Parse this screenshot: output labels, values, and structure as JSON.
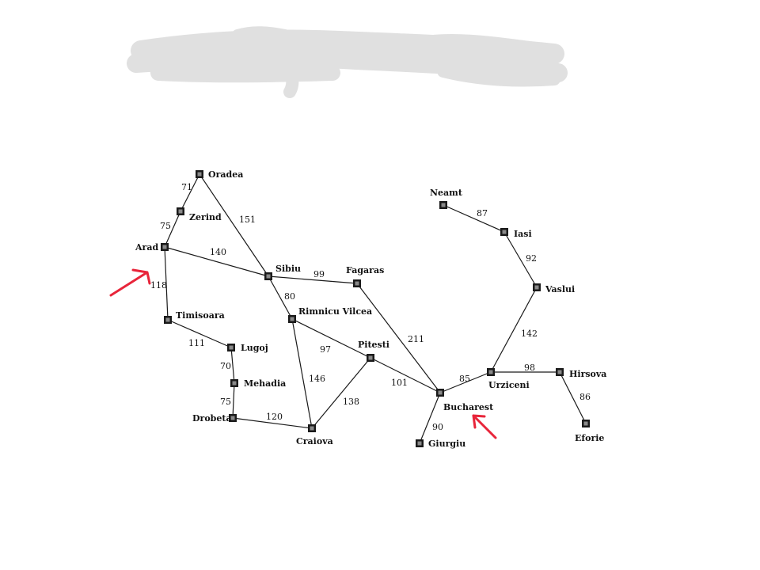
{
  "graph": {
    "cities": [
      {
        "id": "oradea",
        "name": "Oradea"
      },
      {
        "id": "zerind",
        "name": "Zerind"
      },
      {
        "id": "arad",
        "name": "Arad"
      },
      {
        "id": "timisoara",
        "name": "Timisoara"
      },
      {
        "id": "lugoj",
        "name": "Lugoj"
      },
      {
        "id": "mehadia",
        "name": "Mehadia"
      },
      {
        "id": "drobeta",
        "name": "Drobeta"
      },
      {
        "id": "craiova",
        "name": "Craiova"
      },
      {
        "id": "sibiu",
        "name": "Sibiu"
      },
      {
        "id": "rimnicu",
        "name": "Rimnicu Vilcea"
      },
      {
        "id": "fagaras",
        "name": "Fagaras"
      },
      {
        "id": "pitesti",
        "name": "Pitesti"
      },
      {
        "id": "bucharest",
        "name": "Bucharest"
      },
      {
        "id": "giurgiu",
        "name": "Giurgiu"
      },
      {
        "id": "urziceni",
        "name": "Urziceni"
      },
      {
        "id": "hirsova",
        "name": "Hirsova"
      },
      {
        "id": "eforie",
        "name": "Eforie"
      },
      {
        "id": "vaslui",
        "name": "Vaslui"
      },
      {
        "id": "iasi",
        "name": "Iasi"
      },
      {
        "id": "neamt",
        "name": "Neamt"
      }
    ],
    "roads": [
      {
        "from": "oradea",
        "to": "zerind",
        "distance": "71"
      },
      {
        "from": "oradea",
        "to": "sibiu",
        "distance": "151"
      },
      {
        "from": "zerind",
        "to": "arad",
        "distance": "75"
      },
      {
        "from": "arad",
        "to": "sibiu",
        "distance": "140"
      },
      {
        "from": "arad",
        "to": "timisoara",
        "distance": "118"
      },
      {
        "from": "timisoara",
        "to": "lugoj",
        "distance": "111"
      },
      {
        "from": "lugoj",
        "to": "mehadia",
        "distance": "70"
      },
      {
        "from": "mehadia",
        "to": "drobeta",
        "distance": "75"
      },
      {
        "from": "drobeta",
        "to": "craiova",
        "distance": "120"
      },
      {
        "from": "sibiu",
        "to": "fagaras",
        "distance": "99"
      },
      {
        "from": "sibiu",
        "to": "rimnicu",
        "distance": "80"
      },
      {
        "from": "rimnicu",
        "to": "pitesti",
        "distance": "97"
      },
      {
        "from": "rimnicu",
        "to": "craiova",
        "distance": "146"
      },
      {
        "from": "craiova",
        "to": "pitesti",
        "distance": "138"
      },
      {
        "from": "fagaras",
        "to": "bucharest",
        "distance": "211"
      },
      {
        "from": "pitesti",
        "to": "bucharest",
        "distance": "101"
      },
      {
        "from": "bucharest",
        "to": "giurgiu",
        "distance": "90"
      },
      {
        "from": "bucharest",
        "to": "urziceni",
        "distance": "85"
      },
      {
        "from": "urziceni",
        "to": "hirsova",
        "distance": "98"
      },
      {
        "from": "hirsova",
        "to": "eforie",
        "distance": "86"
      },
      {
        "from": "urziceni",
        "to": "vaslui",
        "distance": "142"
      },
      {
        "from": "vaslui",
        "to": "iasi",
        "distance": "92"
      },
      {
        "from": "iasi",
        "to": "neamt",
        "distance": "87"
      }
    ]
  },
  "annotations": {
    "arrow_color": "#e8253a",
    "start_city": "arad",
    "goal_city": "bucharest"
  },
  "colors": {
    "road": "#1a1a1a",
    "node": "#1a1a1a",
    "redaction": "#e0e0e0"
  }
}
